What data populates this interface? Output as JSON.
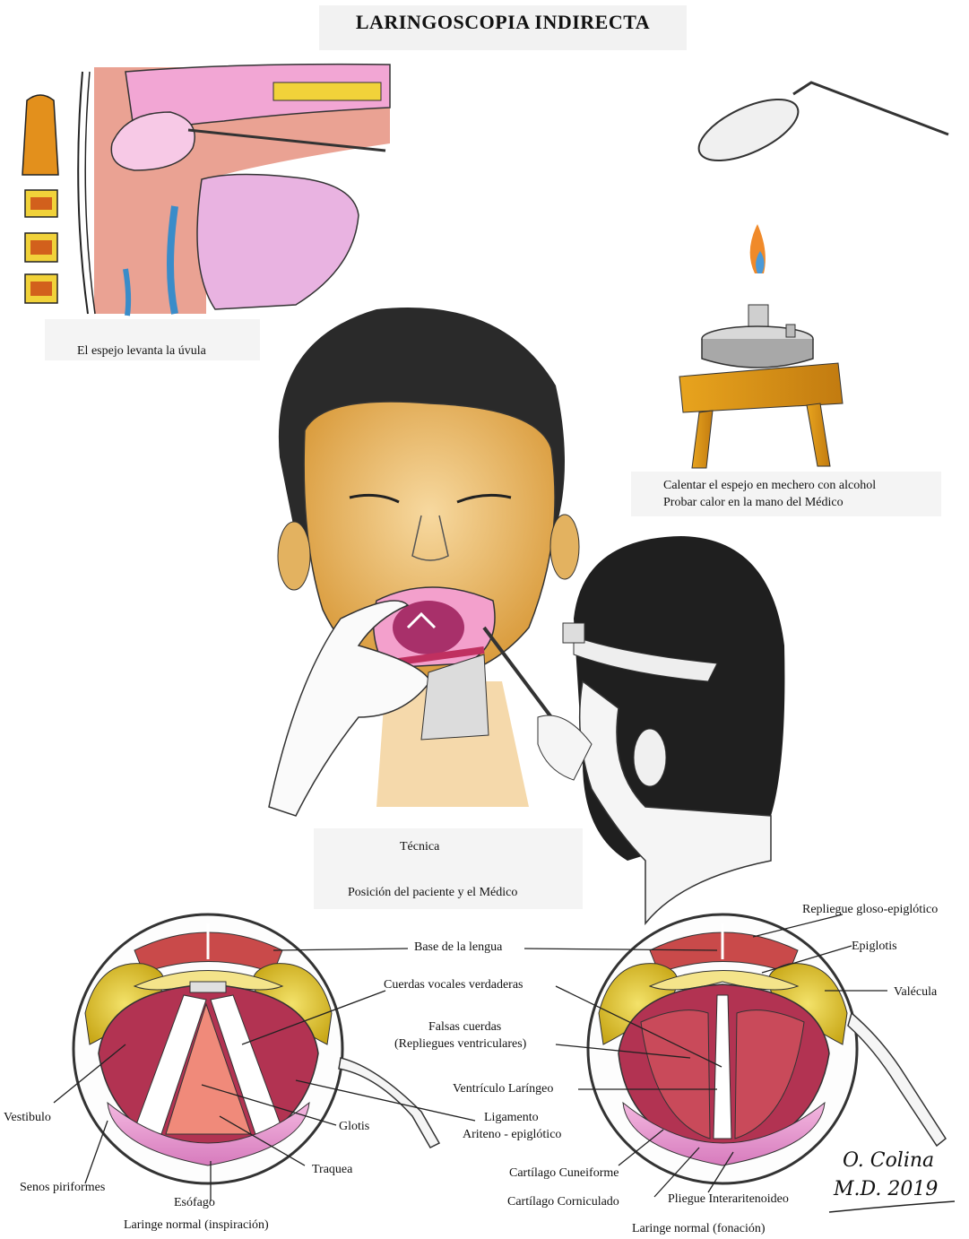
{
  "title": "LARINGOSCOPIA INDIRECTA",
  "captions": {
    "uvula": "El espejo levanta la úvula",
    "heat_line1": "Calentar el espejo en mechero con alcohol",
    "heat_line2": "Probar calor en la mano del Médico",
    "tecnica": "Técnica",
    "posicion": "Posición del paciente y el Médico",
    "left_larynx": "Laringe normal (inspiración)",
    "right_larynx": "Laringe normal (fonación)"
  },
  "labels": {
    "repliegue_gloso": "Repliegue gloso-epiglótico",
    "epiglotis": "Epiglotis",
    "valecula": "Valécula",
    "base_lengua": "Base de la lengua",
    "cuerdas_verdaderas": "Cuerdas vocales verdaderas",
    "falsas_1": "Falsas cuerdas",
    "falsas_2": "(Repliegues ventriculares)",
    "ventriculo": "Ventrículo Laríngeo",
    "vestibulo": "Vestibulo",
    "ligamento_1": "Ligamento",
    "ligamento_2": "Ariteno - epiglótico",
    "glotis": "Glotis",
    "traquea": "Traquea",
    "senos": "Senos piriformes",
    "esofago": "Esófago",
    "cuneiforme": "Cartílago Cuneiforme",
    "corniculado": "Cartílago Corniculado",
    "pliegue": "Pliegue Interaritenoideo"
  },
  "signature": {
    "line1": "O. Colina",
    "line2": "M.D. 2019"
  }
}
